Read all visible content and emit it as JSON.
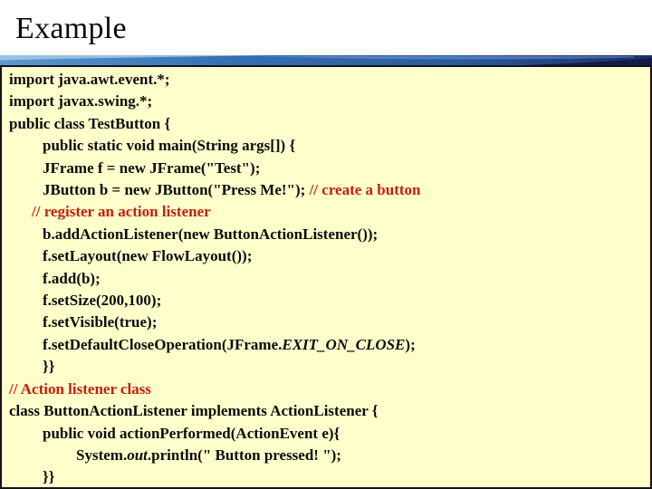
{
  "slide": {
    "title": "Example"
  },
  "colors": {
    "background": "#ffffff",
    "title_color": "#0a0a0a",
    "code_bg": "#ffffcc",
    "code_text": "#0b0b0b",
    "comment": "#c2200e",
    "band_light": "#9fc6e8",
    "band_mid": "#3570b2",
    "band_dark": "#1c2f68"
  },
  "code": {
    "lines": [
      {
        "indent": 8,
        "segments": [
          {
            "type": "code",
            "text": "import java.awt.event.*;"
          }
        ]
      },
      {
        "indent": 8,
        "segments": [
          {
            "type": "code",
            "text": "import javax.swing.*;"
          }
        ]
      },
      {
        "indent": 8,
        "segments": [
          {
            "type": "code",
            "text": "public class TestButton {"
          }
        ]
      },
      {
        "indent": 45,
        "segments": [
          {
            "type": "code",
            "text": "public static void main(String args[]) {"
          }
        ]
      },
      {
        "indent": 45,
        "segments": [
          {
            "type": "code",
            "text": "JFrame f = new JFrame(\"Test\");"
          }
        ]
      },
      {
        "indent": 45,
        "segments": [
          {
            "type": "code",
            "text": "JButton b = new JButton(\"Press Me!\"); "
          },
          {
            "type": "comment",
            "text": "// create a button"
          }
        ]
      },
      {
        "indent": 33,
        "segments": [
          {
            "type": "comment",
            "text": "// register an action listener"
          }
        ]
      },
      {
        "indent": 45,
        "segments": [
          {
            "type": "code",
            "text": "b.addActionListener(new ButtonActionListener());"
          }
        ]
      },
      {
        "indent": 45,
        "segments": [
          {
            "type": "code",
            "text": "f.setLayout(new FlowLayout());"
          }
        ]
      },
      {
        "indent": 45,
        "segments": [
          {
            "type": "code",
            "text": "f.add(b);"
          }
        ]
      },
      {
        "indent": 45,
        "segments": [
          {
            "type": "code",
            "text": "f.setSize(200,100);"
          }
        ]
      },
      {
        "indent": 45,
        "segments": [
          {
            "type": "code",
            "text": "f.setVisible(true);"
          }
        ]
      },
      {
        "indent": 45,
        "segments": [
          {
            "type": "code",
            "text": "f.setDefaultCloseOperation(JFrame."
          },
          {
            "type": "italic",
            "text": "EXIT_ON_CLOSE"
          },
          {
            "type": "code",
            "text": ");"
          }
        ]
      },
      {
        "indent": 45,
        "segments": [
          {
            "type": "code",
            "text": "}}"
          }
        ]
      },
      {
        "indent": 8,
        "segments": [
          {
            "type": "comment",
            "text": "// Action listener class"
          }
        ]
      },
      {
        "indent": 8,
        "segments": [
          {
            "type": "code",
            "text": "class ButtonActionListener implements ActionListener {"
          }
        ]
      },
      {
        "indent": 45,
        "segments": [
          {
            "type": "code",
            "text": "public void actionPerformed(ActionEvent e){"
          }
        ]
      },
      {
        "indent": 82,
        "segments": [
          {
            "type": "code",
            "text": "System."
          },
          {
            "type": "italic",
            "text": "out"
          },
          {
            "type": "code",
            "text": ".println(\" Button pressed! \");"
          }
        ]
      },
      {
        "indent": 45,
        "segments": [
          {
            "type": "code",
            "text": "}}"
          }
        ]
      }
    ]
  }
}
